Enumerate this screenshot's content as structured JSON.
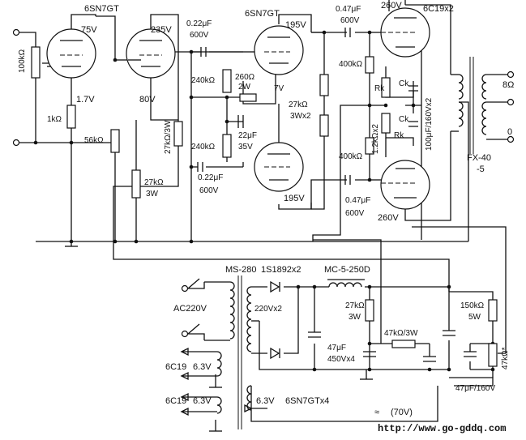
{
  "labels": {
    "v1_tube": "6SN7GT",
    "v1_plate_v": "75V",
    "v1_cathode_v": "1.7V",
    "v2_plate_v": "235V",
    "v2_cathode_v": "80V",
    "vol_pot": "100kΩ",
    "r_1k": "1kΩ",
    "r_56k": "56kΩ",
    "r_27k3w_a": "27kΩ",
    "r_27k3w_a2": "3W",
    "r_27k3w_b": "27kΩ/3W",
    "c_022_top": "0.22μF",
    "c_022_top_v": "600V",
    "c_022_bot": "0.22μF",
    "c_022_bot_v": "600V",
    "r_240k_a": "240kΩ",
    "r_240k_b": "240kΩ",
    "r_260": "260Ω",
    "r_260_w": "2W",
    "v_7v": "7V",
    "c_22u": "22μF",
    "c_22u_v": "35V",
    "v3_tube": "6SN7GT",
    "v3_top_v": "195V",
    "v3_bot_v": "195V",
    "r_27k3wx2": "27kΩ",
    "r_27k3wx2_b": "3Wx2",
    "c_047_top": "0.47μF",
    "c_047_top_v": "600V",
    "c_047_bot": "0.47μF",
    "c_047_bot_v": "600V",
    "r_400k_a": "400kΩ",
    "r_400k_b": "400kΩ",
    "rk_a": "Rk",
    "rk_b": "Rk",
    "ck_a": "Ck",
    "ck_b": "Ck",
    "r_12k": "1.2kΩx2",
    "c_100u": "100μF/160Vx2",
    "pwr_tube": "6C19x2",
    "pwr_top_v": "260V",
    "pwr_bot_v": "260V",
    "ot_name": "FX-40",
    "ot_name2": "-5",
    "spk_8": "8Ω",
    "spk_0": "0",
    "pt_name": "MS-280",
    "diode": "1S1892x2",
    "choke": "MC-5-250D",
    "ac_in": "AC220V",
    "sec_hv": "220Vx2",
    "r_27k3w_ps": "27kΩ",
    "r_27k3w_ps2": "3W",
    "r_47k3w": "47kΩ/3W",
    "c_47u": "47μF",
    "c_47u_v": "450Vx4",
    "r_150k": "150kΩ",
    "r_150k_w": "5W",
    "r_47k_pot": "47kΩ*",
    "c_47u160": "47μF/160V",
    "htr1_tube": "6C19",
    "htr1_v": "6.3V",
    "htr2_tube": "6C19",
    "htr2_v": "6.3V",
    "htr3_v": "6.3V",
    "htr3_tube": "6SN7GTx4",
    "bias_ac": "≈",
    "bias_v": "(70V)",
    "url": "http://www.go-gddq.com"
  }
}
